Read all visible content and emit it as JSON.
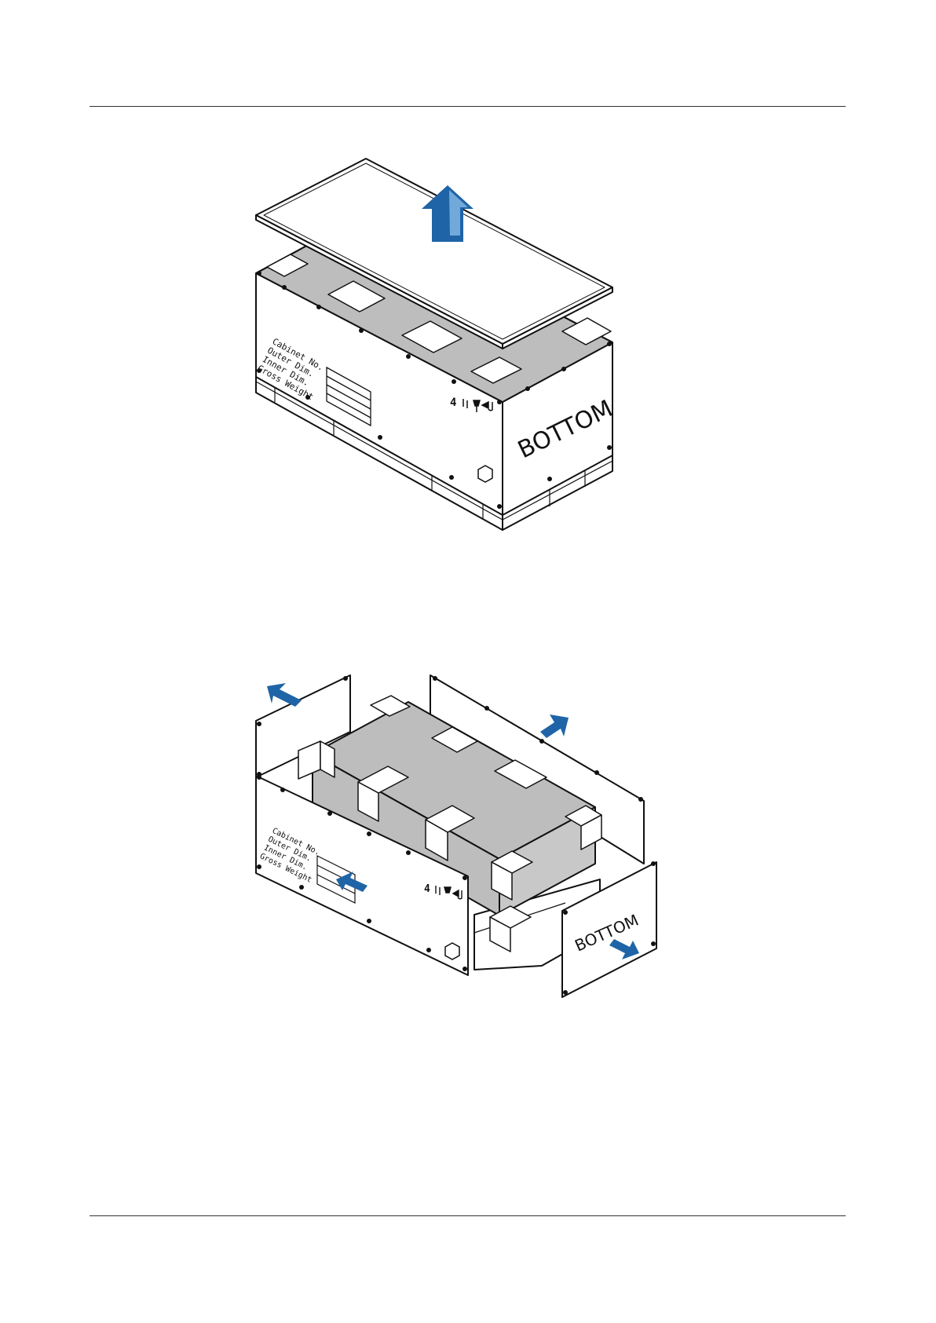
{
  "colors": {
    "line": "#111111",
    "panel": "#ffffff",
    "cargo_gray": "#bdbdbd",
    "arrow_blue": "#1f64a6",
    "arrow_light": "#5a9ad6"
  },
  "figure1": {
    "end_panel_text": "BOTTOM",
    "side_label_lines": [
      "Cabinet No.",
      "Outer Dim.",
      "Inner Dim.",
      "Gross Weight"
    ],
    "stack_limit": "4",
    "icons": [
      "this-way-up-icon",
      "fragile-glass-icon",
      "keep-dry-umbrella-icon",
      "no-hooks-icon"
    ],
    "arrow_icon": "lift-up-arrow-icon"
  },
  "figure2": {
    "end_panel_text": "BOTTOM",
    "side_label_lines": [
      "Cabinet No.",
      "Outer Dim.",
      "Inner Dim.",
      "Gross Weight"
    ],
    "stack_limit": "4",
    "icons": [
      "this-way-up-icon",
      "fragile-glass-icon",
      "keep-dry-umbrella-icon",
      "no-hooks-icon"
    ],
    "arrow_icons": [
      "remove-panel-arrow-icon"
    ]
  }
}
